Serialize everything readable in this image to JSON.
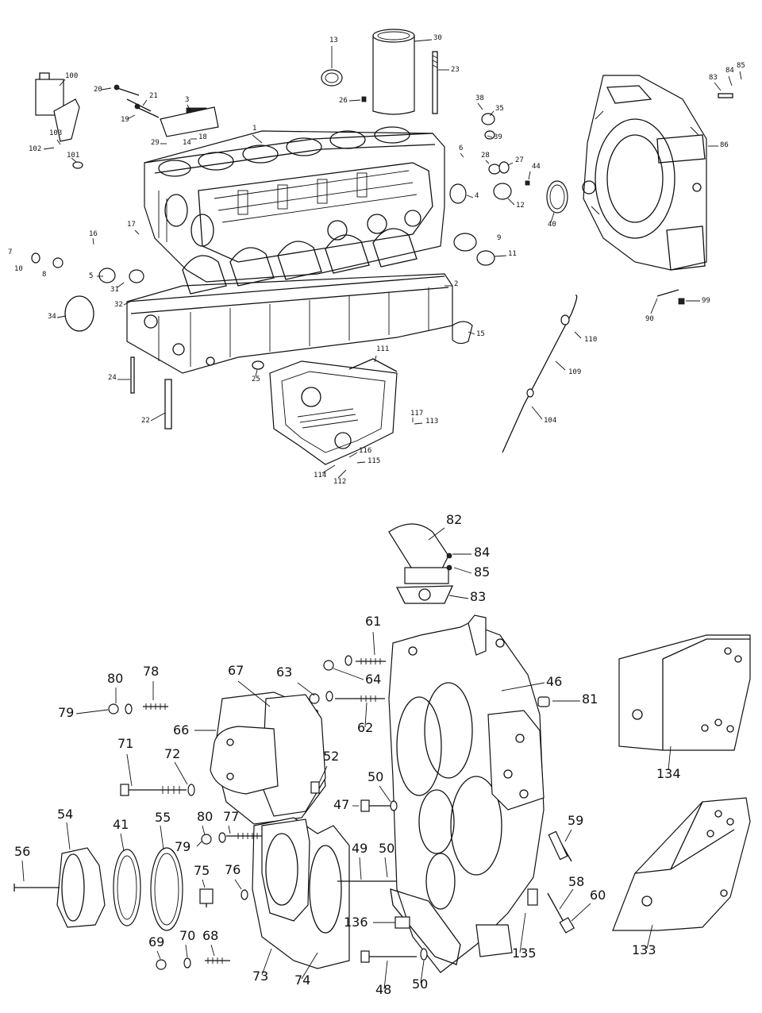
{
  "top_labels": [
    "1",
    "2",
    "3",
    "4",
    "5",
    "6",
    "7",
    "8",
    "9",
    "10",
    "11",
    "12",
    "13",
    "14",
    "15",
    "16",
    "17",
    "18",
    "19",
    "20",
    "21",
    "22",
    "23",
    "24",
    "25",
    "26",
    "27",
    "28",
    "29",
    "30",
    "31",
    "32",
    "34",
    "35",
    "38",
    "39",
    "40",
    "44",
    "83",
    "84",
    "85",
    "86",
    "90",
    "99",
    "100",
    "101",
    "102",
    "103",
    "104",
    "109",
    "110",
    "111",
    "112",
    "113",
    "114",
    "115",
    "116",
    "117"
  ],
  "bottom_labels": [
    "82",
    "84",
    "85",
    "83",
    "61",
    "63",
    "64",
    "62",
    "46",
    "81",
    "80",
    "78",
    "79",
    "67",
    "66",
    "71",
    "72",
    "52",
    "50",
    "47",
    "54",
    "41",
    "55",
    "56",
    "80",
    "77",
    "79",
    "75",
    "76",
    "49",
    "50",
    "59",
    "58",
    "60",
    "69",
    "70",
    "68",
    "73",
    "74",
    "136",
    "135",
    "48",
    "50",
    "134",
    "133"
  ]
}
